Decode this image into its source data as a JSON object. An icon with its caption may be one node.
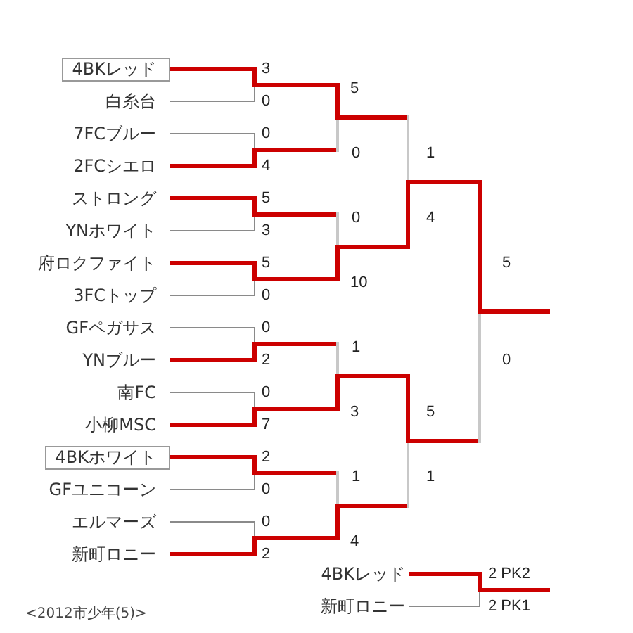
{
  "diagram": {
    "caption": "<2012市少年(5)>",
    "nodes": [
      {
        "text": [
          "4BKレッド"
        ]
      },
      {
        "text": [
          "白糸台"
        ]
      },
      {
        "text": [
          "7FCブルー"
        ]
      },
      {
        "text": [
          "2FCシエロ"
        ]
      },
      {
        "text": [
          "ストロング"
        ]
      },
      {
        "text": [
          "YNホワイト"
        ]
      },
      {
        "text": [
          "府ロクファイト"
        ]
      },
      {
        "text": [
          "3FCトップ"
        ]
      },
      {
        "text": [
          "GFペガサス"
        ]
      },
      {
        "text": [
          "YNブルー"
        ]
      },
      {
        "text": [
          "南FC"
        ]
      },
      {
        "text": [
          "小柳MSC"
        ]
      },
      {
        "text": [
          "4BKホワイト"
        ]
      },
      {
        "text": [
          "GFユニコーン"
        ]
      },
      {
        "text": [
          "エルマーズ"
        ]
      },
      {
        "text": [
          "新町ロニー"
        ]
      },
      {
        "text": [
          "4BKレッド"
        ]
      },
      {
        "text": [
          "新町ロニー"
        ]
      }
    ],
    "edges": [
      {
        "from": 0,
        "to": null,
        "arrow": "none",
        "style": "thick",
        "color": "#cc0000"
      },
      {
        "from": 1,
        "to": null,
        "arrow": "none",
        "color": "#8a8a8a"
      },
      {
        "from": 2,
        "to": null,
        "arrow": "none",
        "color": "#8a8a8a"
      },
      {
        "from": 3,
        "to": null,
        "arrow": "none",
        "style": "thick",
        "color": "#cc0000"
      },
      {
        "from": 4,
        "to": null,
        "arrow": "none",
        "style": "thick",
        "color": "#cc0000"
      },
      {
        "from": 5,
        "to": null,
        "arrow": "none",
        "color": "#8a8a8a"
      },
      {
        "from": 6,
        "to": null,
        "arrow": "none",
        "style": "thick",
        "color": "#cc0000"
      },
      {
        "from": 7,
        "to": null,
        "arrow": "none",
        "color": "#8a8a8a"
      },
      {
        "from": 8,
        "to": null,
        "arrow": "none",
        "color": "#8a8a8a"
      },
      {
        "from": 9,
        "to": null,
        "arrow": "none",
        "style": "thick",
        "color": "#cc0000"
      },
      {
        "from": 10,
        "to": null,
        "arrow": "none",
        "color": "#8a8a8a"
      },
      {
        "from": 11,
        "to": null,
        "arrow": "none",
        "style": "thick",
        "color": "#cc0000"
      },
      {
        "from": 12,
        "to": null,
        "arrow": "none",
        "style": "thick",
        "color": "#cc0000"
      },
      {
        "from": 13,
        "to": null,
        "arrow": "none",
        "color": "#8a8a8a"
      },
      {
        "from": 14,
        "to": null,
        "arrow": "none",
        "color": "#8a8a8a"
      },
      {
        "from": 15,
        "to": null,
        "arrow": "none",
        "style": "thick",
        "color": "#cc0000"
      },
      {
        "from": 16,
        "to": null,
        "arrow": "none",
        "style": "thick",
        "color": "#cc0000"
      },
      {
        "from": 17,
        "to": null,
        "arrow": "none",
        "color": "#8a8a8a"
      }
    ],
    "labels": [
      "3",
      "5",
      "0",
      "0",
      "0",
      "1",
      "4",
      "5",
      "0",
      "4",
      "3",
      "5",
      "5",
      "10",
      "0",
      "0",
      "1",
      "2",
      "0",
      "0",
      "3",
      "5",
      "7",
      "2",
      "1",
      "1",
      "0",
      "0",
      "4",
      "2",
      "2 PK2",
      "2 PK1"
    ]
  }
}
